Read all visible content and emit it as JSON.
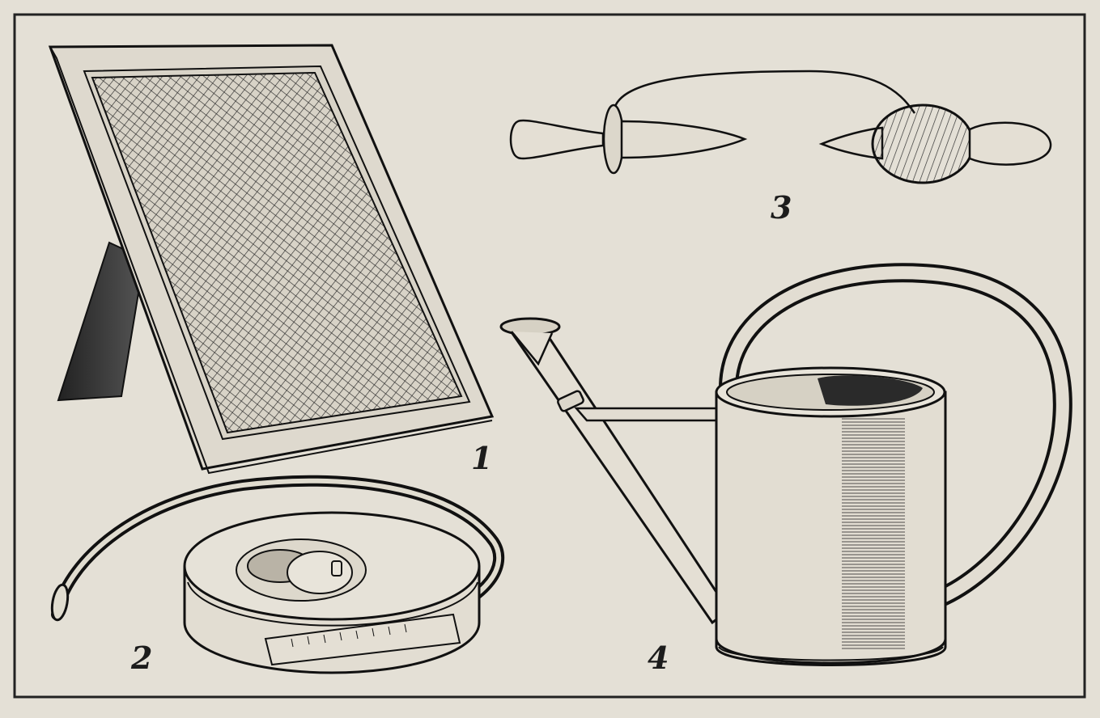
{
  "figure": {
    "labels": {
      "item_1": "1",
      "item_2": "2",
      "item_3": "3",
      "item_4": "4"
    },
    "colors": {
      "paper": "#e4e0d6",
      "ink": "#1c1c1c"
    }
  }
}
